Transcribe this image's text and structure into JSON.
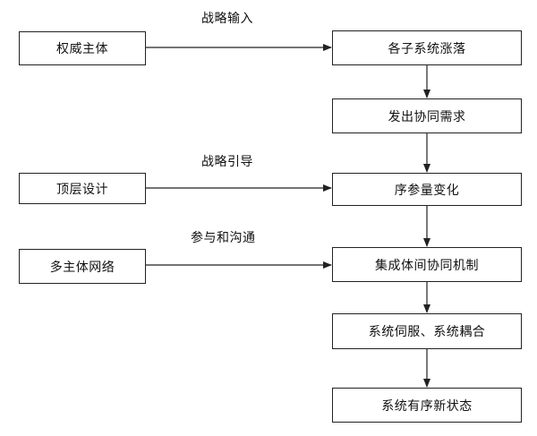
{
  "edge_labels": {
    "strategy_input": "战略输入",
    "strategy_guide": "战略引导",
    "participation": "参与和沟通"
  },
  "left_boxes": {
    "authority": "权威主体",
    "top_design": "顶层设计",
    "multi_agent_network": "多主体网络"
  },
  "flow_boxes": {
    "subsystem_fluctuation": "各子系统涨落",
    "demand": "发出协同需求",
    "order_parameter": "序参量变化",
    "mechanism": "集成体间协同机制",
    "coupling": "系统伺服、系统耦合",
    "new_state": "系统有序新状态"
  },
  "colors": {
    "line": "#222222",
    "text": "#111111",
    "background": "#ffffff"
  }
}
